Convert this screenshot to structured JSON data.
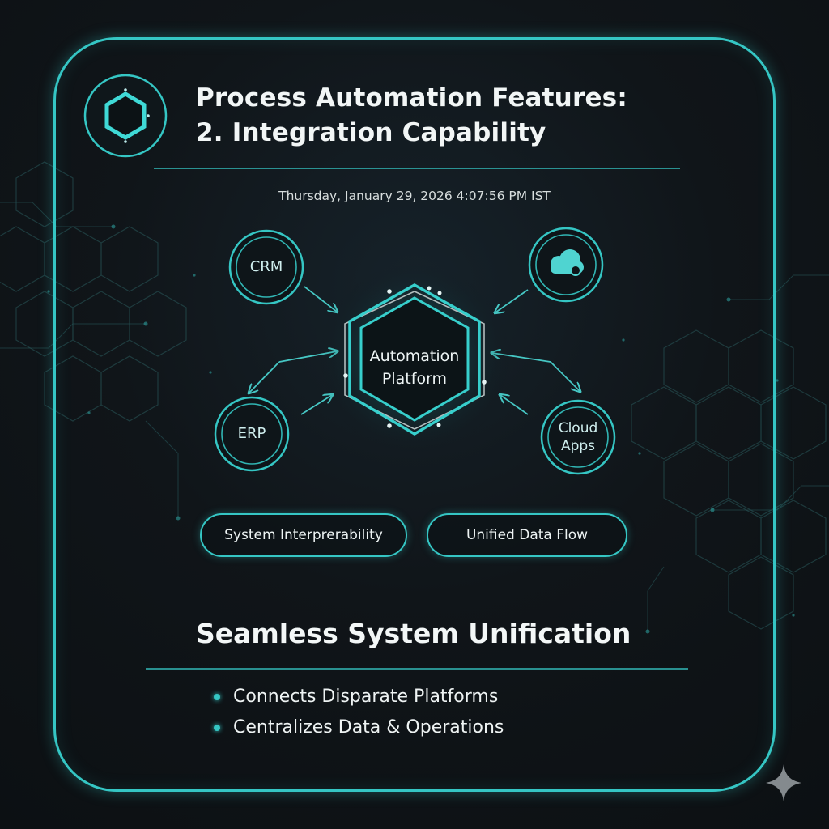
{
  "header": {
    "title_line1": "Process Automation Features:",
    "title_line2": "2. Integration Capability",
    "logo_icon": "hexagon-icon"
  },
  "timestamp": "Thursday, January 29, 2026 4:07:56 PM IST",
  "diagram": {
    "center": {
      "label_line1": "Automation",
      "label_line2": "Platform",
      "shape": "hexagon"
    },
    "nodes": [
      {
        "id": "crm",
        "label_line1": "CRM",
        "label_line2": ""
      },
      {
        "id": "cloud",
        "label_line1": "",
        "label_line2": "",
        "icon": "cloud-icon"
      },
      {
        "id": "erp",
        "label_line1": "ERP",
        "label_line2": ""
      },
      {
        "id": "cloud-apps",
        "label_line1": "Cloud",
        "label_line2": "Apps"
      }
    ],
    "edges": [
      {
        "from": "crm",
        "to": "center"
      },
      {
        "from": "cloud",
        "to": "center"
      },
      {
        "from": "center",
        "to": "erp"
      },
      {
        "from": "erp",
        "to": "center"
      },
      {
        "from": "center",
        "to": "cloud-apps"
      },
      {
        "from": "cloud-apps",
        "to": "center"
      }
    ]
  },
  "pills": [
    {
      "label": "System Interprerability"
    },
    {
      "label": "Unified Data Flow"
    }
  ],
  "summary": {
    "heading": "Seamless System Unification",
    "bullets": [
      "Connects Disparate Platforms",
      "Centralizes Data & Operations"
    ]
  },
  "colors": {
    "accent": "#35c6c4",
    "background": "#0e1216",
    "text": "#f2f6f6"
  },
  "decor": {
    "corner_icon": "sparkle-icon"
  }
}
